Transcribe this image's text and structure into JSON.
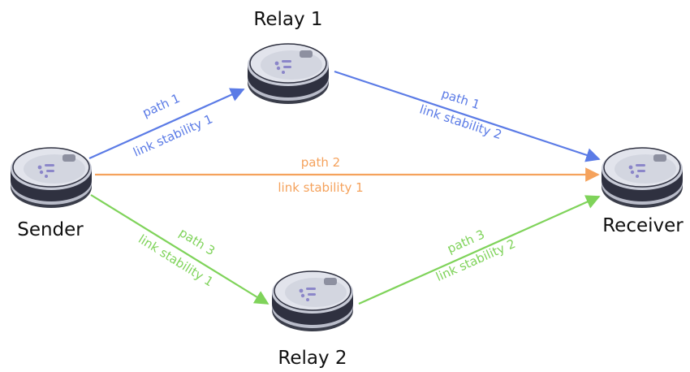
{
  "nodes": {
    "sender": {
      "label": "Sender"
    },
    "relay1": {
      "label": "Relay 1"
    },
    "relay2": {
      "label": "Relay 2"
    },
    "receiver": {
      "label": "Receiver"
    }
  },
  "paths": {
    "p1": {
      "color": "#5b7be6",
      "seg1": {
        "path": "path 1",
        "stability": "link stability 1"
      },
      "seg2": {
        "path": "path 1",
        "stability": "link stability 2"
      }
    },
    "p2": {
      "color": "#f5a25c",
      "seg1": {
        "path": "path 2",
        "stability": "link stability 1"
      }
    },
    "p3": {
      "color": "#7fd35a",
      "seg1": {
        "path": "path 3",
        "stability": "link stability 1"
      },
      "seg2": {
        "path": "path 3",
        "stability": "link stability 2"
      }
    }
  },
  "icons": {
    "robot": "robot-vacuum-icon"
  }
}
